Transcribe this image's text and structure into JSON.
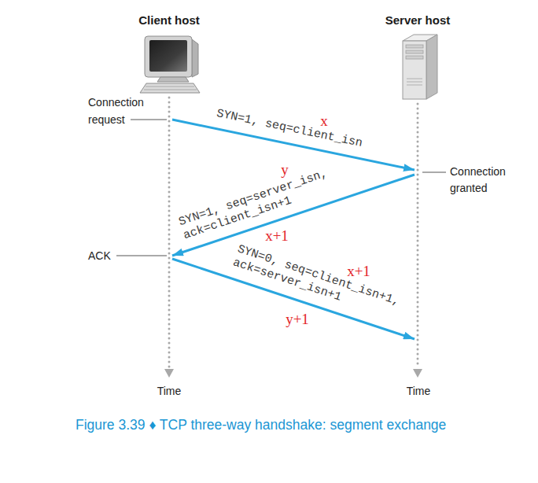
{
  "diagram": {
    "caption": "Figure 3.39 ♦ TCP three-way handshake: segment exchange",
    "nodes": [
      {
        "text": [
          "Client host"
        ]
      },
      {
        "text": [
          "Server host"
        ]
      }
    ],
    "edges": [
      {
        "from": 0,
        "to": 1,
        "arrow": "to",
        "label": "SYN=1, seq=client_isn"
      },
      {
        "from": 1,
        "to": 0,
        "arrow": "to",
        "label": "SYN=1, seq=server_isn, ack=client_isn+1"
      },
      {
        "from": 0,
        "to": 1,
        "arrow": "to",
        "label": "SYN=0, seq=client_isn+1, ack=server_isn+1"
      }
    ],
    "labels": [
      "Connection request",
      "Connection granted",
      "ACK",
      "Time",
      "Time",
      "x",
      "y",
      "x+1",
      "x+1",
      "y+1"
    ]
  }
}
